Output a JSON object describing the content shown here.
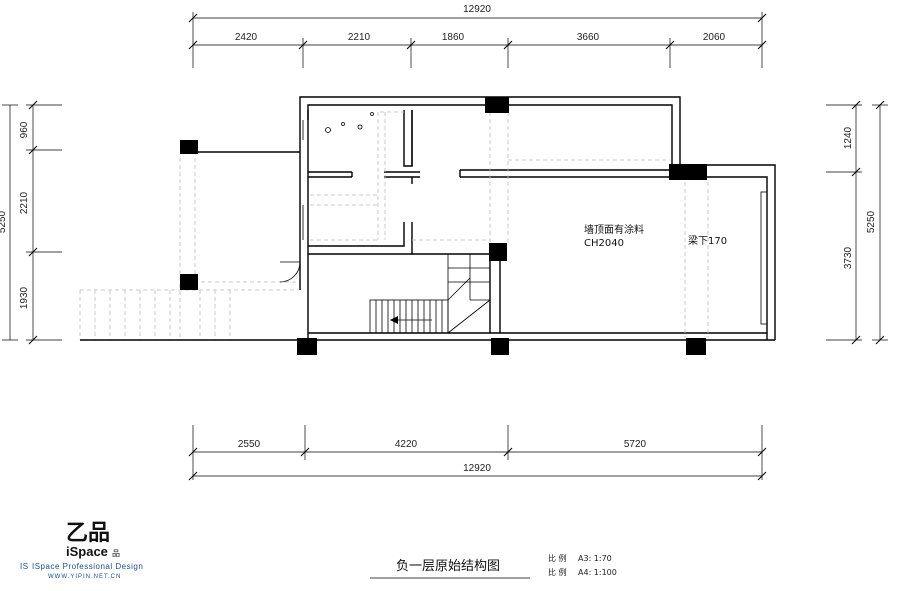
{
  "dimensions": {
    "top_total": "12920",
    "top_segments": [
      "2420",
      "2210",
      "1860",
      "3660",
      "2060"
    ],
    "bottom_segments": [
      "2550",
      "4220",
      "5720"
    ],
    "bottom_total": "12920",
    "left_total": "5250",
    "left_segments": [
      "960",
      "2210",
      "1930"
    ],
    "right_total": "5250",
    "right_segments": [
      "1240",
      "3730"
    ]
  },
  "annotations": {
    "ceiling_note": "墙顶面有涂料",
    "ceiling_height": "CH2040",
    "beam_note": "梁下170"
  },
  "title_block": {
    "drawing_title": "负一层原始结构图",
    "scale_a3_label": "比 例",
    "scale_a3_value": "A3: 1:70",
    "scale_a4_label": "比 例",
    "scale_a4_value": "A4: 1:100"
  },
  "logo": {
    "mark": "乙品",
    "brand": "iSpace",
    "brand_suffix": "品",
    "tagline_prefix": "IS",
    "tagline": "ISpace Professional Design",
    "url": "WWW.YIPIN.NET.CN"
  }
}
